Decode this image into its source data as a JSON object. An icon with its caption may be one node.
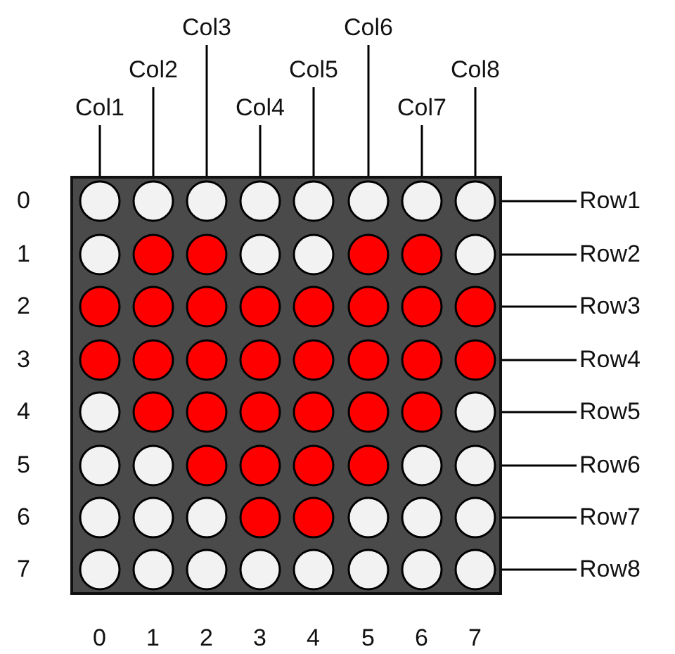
{
  "diagram": {
    "nodes": [
      {
        "text": [],
        "shape": "box"
      },
      {
        "text": [
          "Col1"
        ]
      },
      {
        "text": [
          "Col2"
        ]
      },
      {
        "text": [
          "Col3"
        ]
      },
      {
        "text": [
          "Col4"
        ]
      },
      {
        "text": [
          "Col5"
        ]
      },
      {
        "text": [
          "Col6"
        ]
      },
      {
        "text": [
          "Col7"
        ]
      },
      {
        "text": [
          "Col8"
        ]
      },
      {
        "text": [
          "Row1"
        ]
      },
      {
        "text": [
          "Row2"
        ]
      },
      {
        "text": [
          "Row3"
        ]
      },
      {
        "text": [
          "Row4"
        ]
      },
      {
        "text": [
          "Row5"
        ]
      },
      {
        "text": [
          "Row6"
        ]
      },
      {
        "text": [
          "Row7"
        ]
      },
      {
        "text": [
          "Row8"
        ]
      }
    ],
    "edges": [
      {
        "from": 1,
        "to": 0,
        "arrow": "none"
      },
      {
        "from": 2,
        "to": 0,
        "arrow": "none"
      },
      {
        "from": 3,
        "to": 0,
        "arrow": "none"
      },
      {
        "from": 4,
        "to": 0,
        "arrow": "none"
      },
      {
        "from": 5,
        "to": 0,
        "arrow": "none"
      },
      {
        "from": 6,
        "to": 0,
        "arrow": "none"
      },
      {
        "from": 7,
        "to": 0,
        "arrow": "none"
      },
      {
        "from": 8,
        "to": 0,
        "arrow": "none"
      },
      {
        "from": 9,
        "to": 0,
        "arrow": "none"
      },
      {
        "from": 10,
        "to": 0,
        "arrow": "none"
      },
      {
        "from": 11,
        "to": 0,
        "arrow": "none"
      },
      {
        "from": 12,
        "to": 0,
        "arrow": "none"
      },
      {
        "from": 13,
        "to": 0,
        "arrow": "none"
      },
      {
        "from": 14,
        "to": 0,
        "arrow": "none"
      },
      {
        "from": 15,
        "to": 0,
        "arrow": "none"
      },
      {
        "from": 16,
        "to": 0,
        "arrow": "none"
      }
    ],
    "labels": [
      "0",
      "1",
      "2",
      "3",
      "4",
      "5",
      "6",
      "7",
      "0",
      "1",
      "2",
      "3",
      "4",
      "5",
      "6",
      "7"
    ]
  }
}
